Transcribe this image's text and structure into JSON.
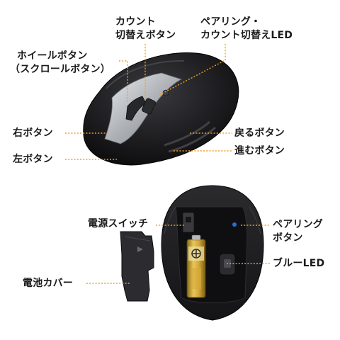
{
  "colors": {
    "leader": "#f0a020",
    "body": "#1c1c1e",
    "silver": "#b9bcc0",
    "battery": "#c79a2b"
  },
  "labels": {
    "count_switch": [
      "カウント",
      "切替えボタン"
    ],
    "pairing_count_led": [
      "ペアリング・",
      "カウント切替えLED"
    ],
    "wheel_button": [
      "ホイールボタン",
      "（スクロールボタン）"
    ],
    "right_button": "右ボタン",
    "left_button": "左ボタン",
    "back_button": "戻るボタン",
    "forward_button": "進むボタン",
    "power_switch": "電源スイッチ",
    "pairing_button": [
      "ペアリング",
      "ボタン"
    ],
    "blue_led": "ブルーLED",
    "battery_cover": "電池カバー"
  },
  "icons": [
    "battery-icon",
    "mouse-top-view",
    "mouse-bottom-view",
    "battery-cover-part"
  ]
}
